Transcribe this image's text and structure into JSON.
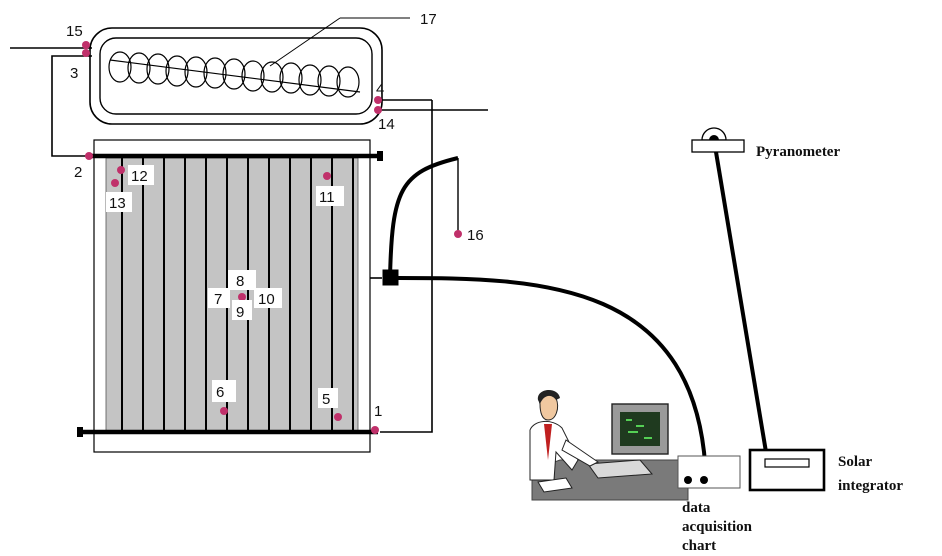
{
  "diagram": {
    "point_labels": {
      "p1": "1",
      "p2": "2",
      "p3": "3",
      "p4": "4",
      "p5": "5",
      "p6": "6",
      "p7": "7",
      "p8": "8",
      "p9": "9",
      "p10": "10",
      "p11": "11",
      "p12": "12",
      "p13": "13",
      "p14": "14",
      "p15": "15",
      "p16": "16",
      "p17": "17"
    },
    "equipment": {
      "pyranometer": "Pyranometer",
      "solar_integrator_line1": "Solar",
      "solar_integrator_line2": "integrator",
      "data_line1": "data",
      "data_line2": "acquisition",
      "data_line3": "chart"
    },
    "colors": {
      "sensor_dot": "#c0306a",
      "panel_fill": "#c4c4c4",
      "line": "#000000",
      "screen": "#1f3a1f"
    }
  }
}
